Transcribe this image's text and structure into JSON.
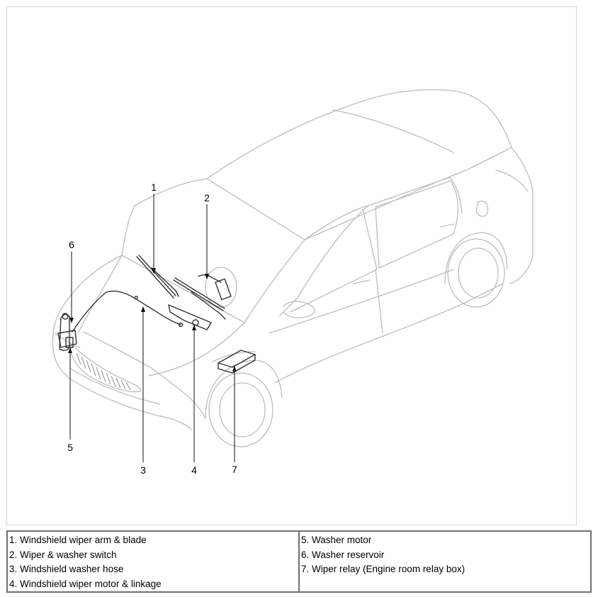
{
  "callouts": [
    {
      "id": "1",
      "text": "1"
    },
    {
      "id": "2",
      "text": "2"
    },
    {
      "id": "3",
      "text": "3"
    },
    {
      "id": "4",
      "text": "4"
    },
    {
      "id": "5",
      "text": "5"
    },
    {
      "id": "6",
      "text": "6"
    },
    {
      "id": "7",
      "text": "7"
    }
  ],
  "legend": {
    "left": [
      "1. Windshield wiper arm & blade",
      "2. Wiper & washer switch",
      "3. Windshield washer hose",
      "4. Windshield wiper motor & linkage"
    ],
    "right": [
      "5. Washer motor",
      "6. Washer reservoir",
      "7. Wiper relay (Engine room relay box)"
    ]
  },
  "colors": {
    "outline": "#bdbdbd",
    "component": "#333333",
    "leader": "#111111"
  }
}
